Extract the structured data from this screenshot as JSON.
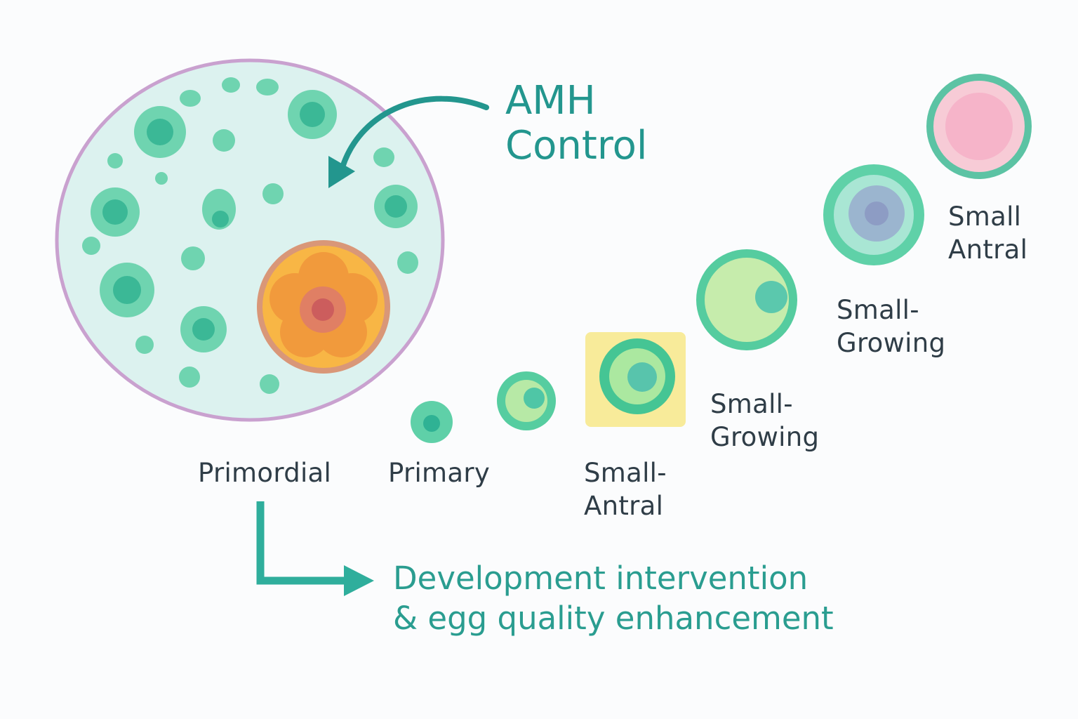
{
  "diagram": {
    "control_label": "AMH\nControl",
    "outcome_label": "Development intervention\n& egg quality enhancement",
    "stages": [
      {
        "label": "Primordial"
      },
      {
        "label": "Primary"
      },
      {
        "label": "Small-\nAntral"
      },
      {
        "label": "Small-\nGrowing"
      },
      {
        "label": "Small-\nGrowing"
      },
      {
        "label": "Small\nAntral"
      }
    ]
  },
  "colors": {
    "teal_text": "#23968e",
    "label_text": "#2f3d47",
    "ovary_fill": "#dcf2ef",
    "ovary_border": "#c9a1cf",
    "follicle_green": "#5ccfa4",
    "highlight_box": "#f8eb9a",
    "dominant_orange": "#f5a83c",
    "antral_pink": "#f4b5c9"
  },
  "icons": {
    "control_arrow": "curved-arrow-icon",
    "outcome_arrow": "elbow-arrow-icon"
  }
}
